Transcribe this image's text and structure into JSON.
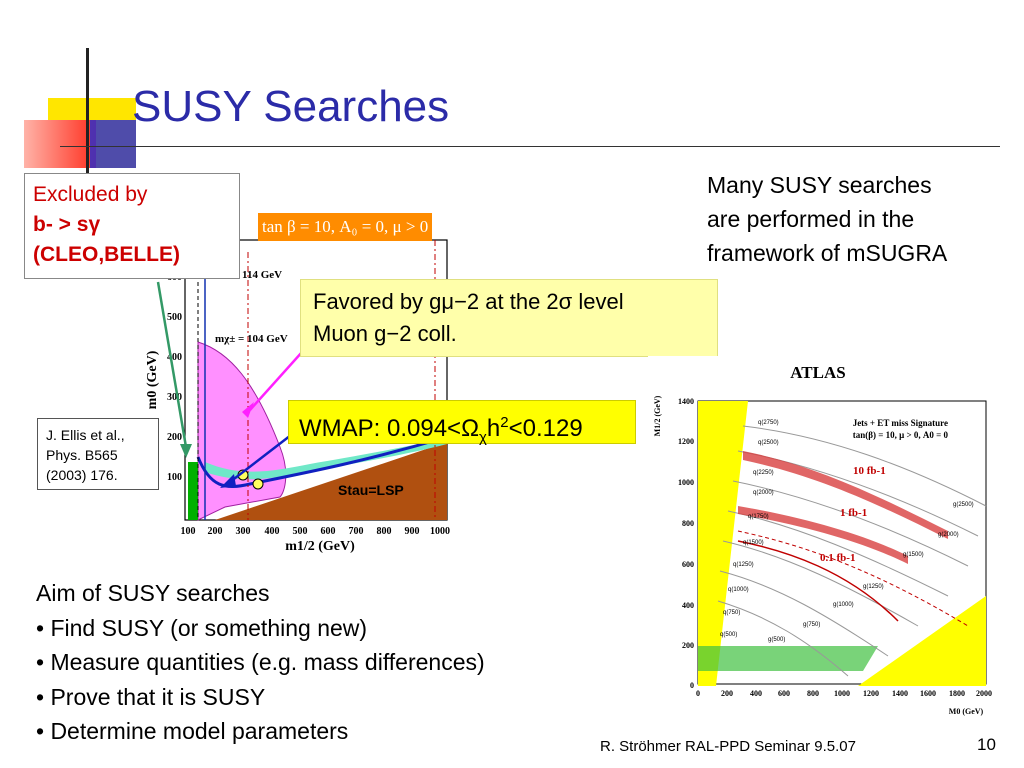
{
  "slide": {
    "title": "SUSY Searches",
    "intro": [
      "Many SUSY searches",
      "are performed in the",
      "framework of mSUGRA"
    ],
    "excluded_by": {
      "line1": "Excluded by",
      "line2_bold": "b-",
      "line2_rest": " > sγ",
      "line3": "(CLEO,BELLE)"
    },
    "params_label": "tan β = 10, A₀ = 0, μ > 0",
    "favored": {
      "line1": "Favored by gμ−2 at the 2σ level",
      "line2": "Muon g−2 coll."
    },
    "wmap": {
      "prefix": "WMAP: 0.094<Ω",
      "sub": "χ",
      "mid": "h",
      "sup": "2",
      "suffix": "<0.129"
    },
    "reference": [
      "J. Ellis et al.,",
      "Phys. B565",
      "(2003) 176."
    ],
    "aim": {
      "heading": "Aim of SUSY searches",
      "bullets": [
        "• Find SUSY  (or something new)",
        "• Measure quantities (e.g. mass differences)",
        "• Prove that it is SUSY",
        "• Determine model parameters"
      ]
    },
    "footer": "R. Ströhmer   RAL-PPD Seminar 9.5.07",
    "page_number": "10"
  },
  "left_plot": {
    "xlabel": "m1/2 (GeV)",
    "ylabel": "m0 (GeV)",
    "x_ticks": [
      "100",
      "200",
      "300",
      "400",
      "500",
      "600",
      "700",
      "800",
      "900",
      "1000"
    ],
    "y_ticks": [
      "100",
      "200",
      "300",
      "400",
      "500",
      "600"
    ],
    "labels": {
      "mh": "mh = 114 GeV",
      "mchi": "mχ± = 104 GeV",
      "stau": "Stau=LSP"
    },
    "colors": {
      "excluded_bsg": "#00a000",
      "favored_g2": "#ff80ff",
      "wmap": "#60e0c0",
      "stau_lsp": "#b05010",
      "params_box": "#ff8c00"
    }
  },
  "atlas_plot": {
    "title": "ATLAS",
    "signature": "Jets + ET miss Signature",
    "params": "tan(β) = 10, μ > 0, A0 = 0",
    "ylabel": "M1/2 (GeV)",
    "xlabel": "M0 (GeV)",
    "x_ticks": [
      "0",
      "200",
      "400",
      "600",
      "800",
      "1000",
      "1200",
      "1400",
      "1600",
      "1800",
      "2000"
    ],
    "y_ticks": [
      "0",
      "200",
      "400",
      "600",
      "800",
      "1000",
      "1200",
      "1400"
    ],
    "lumi_labels": [
      "10 fb-1",
      "1 fb-1",
      "0.1 fb-1"
    ],
    "squark_labels": [
      "q(2750)",
      "q(2500)",
      "q(2250)",
      "q(2000)",
      "q(1750)",
      "q(1500)",
      "q(1250)",
      "q(1000)",
      "q(750)",
      "q(500)"
    ],
    "gluino_labels": [
      "g(2500)",
      "g(2000)",
      "g(1500)",
      "g(1250)",
      "g(1000)",
      "g(750)",
      "g(500)"
    ],
    "colors": {
      "theory_excluded": "#ffff00",
      "exp_excluded": "#40c040",
      "contours": "#cc0000"
    }
  }
}
